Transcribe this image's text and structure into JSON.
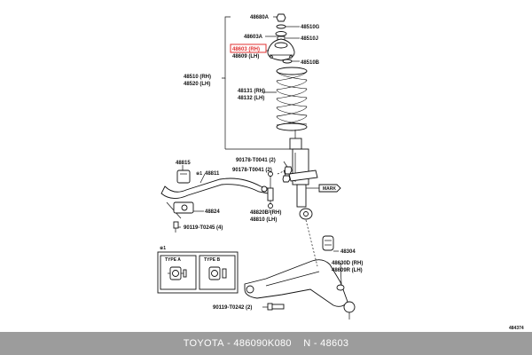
{
  "labels": {
    "p48680A": "48680A",
    "p48510G": "48510G",
    "p48603A": "48603A",
    "p48510J": "48510J",
    "p48603": "48603 (RH)",
    "p48609": "48609 (LH)",
    "p48510B": "48510B",
    "p48510": "48510 (RH)",
    "p48520": "48520 (LH)",
    "p48131": "48131 (RH)",
    "p48132": "48132 (LH)",
    "p90178a": "90178-T0041 (2)",
    "p90178b": "90178-T0041 (2)",
    "p48815": "48815",
    "p48811": "48811",
    "mark": "MARK",
    "p48824": "48824",
    "p48820B": "48820B (RH)",
    "p48810": "48810 (LH)",
    "p90119a": "90119-T0245 (4)",
    "p48304": "48304",
    "p48630D": "48630D (RH)",
    "p48609b": "48609R (LH)",
    "typeA": "TYPE A",
    "typeB": "TYPE B",
    "p90119b": "90119-T0242 (2)",
    "diagram_no": "484374",
    "star1": "※1",
    "star2": "※1"
  },
  "footer": {
    "brand": "TOYOTA",
    "part_number": "486090K080",
    "part_code": "N - 48603"
  },
  "colors": {
    "highlight": "#e03030",
    "footer_bg": "#9c9c9c"
  }
}
